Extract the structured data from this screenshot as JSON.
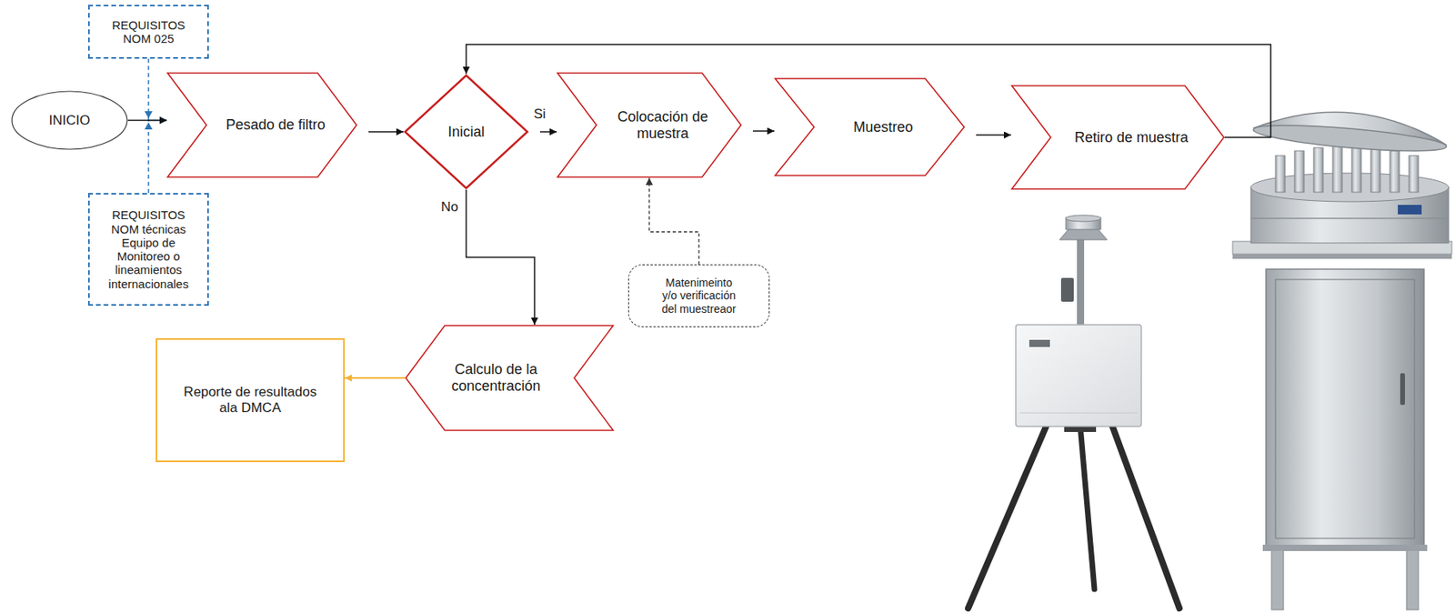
{
  "diagram": {
    "nodes": [
      {
        "text": [
          "INICIO"
        ]
      },
      {
        "text": [
          "REQUISITOS NOM 025"
        ]
      },
      {
        "text": [
          "REQUISITOS NOM técnicas Equipo de Monitoreo o lineamientos internacionales"
        ]
      },
      {
        "text": [
          "Pesado de filtro"
        ]
      },
      {
        "text": [
          "Inicial"
        ]
      },
      {
        "text": [
          "Colocación de muestra"
        ]
      },
      {
        "text": [
          "Muestreo"
        ]
      },
      {
        "text": [
          "Retiro de muestra"
        ]
      },
      {
        "text": [
          "Matenimeinto y/o verificación del muestreaor"
        ]
      },
      {
        "text": [
          "Calculo de la concentración"
        ]
      },
      {
        "text": [
          "Reporte de resultados ala DMCA"
        ]
      }
    ],
    "edges": [
      {
        "from": 1,
        "to": 3,
        "arrow": "to"
      },
      {
        "from": 2,
        "to": 3,
        "arrow": "to"
      },
      {
        "from": 0,
        "to": 3,
        "arrow": "to"
      },
      {
        "from": 3,
        "to": 4,
        "arrow": "to"
      },
      {
        "from": 4,
        "to": 5,
        "label": "Si",
        "arrow": "to"
      },
      {
        "from": 5,
        "to": 6,
        "arrow": "to"
      },
      {
        "from": 6,
        "to": 7,
        "arrow": "to"
      },
      {
        "from": 7,
        "to": 4,
        "arrow": "to"
      },
      {
        "from": 4,
        "to": 9,
        "label": "No",
        "arrow": "to"
      },
      {
        "from": 8,
        "to": 5,
        "arrow": "to"
      },
      {
        "from": 9,
        "to": 10,
        "arrow": "to"
      }
    ]
  }
}
